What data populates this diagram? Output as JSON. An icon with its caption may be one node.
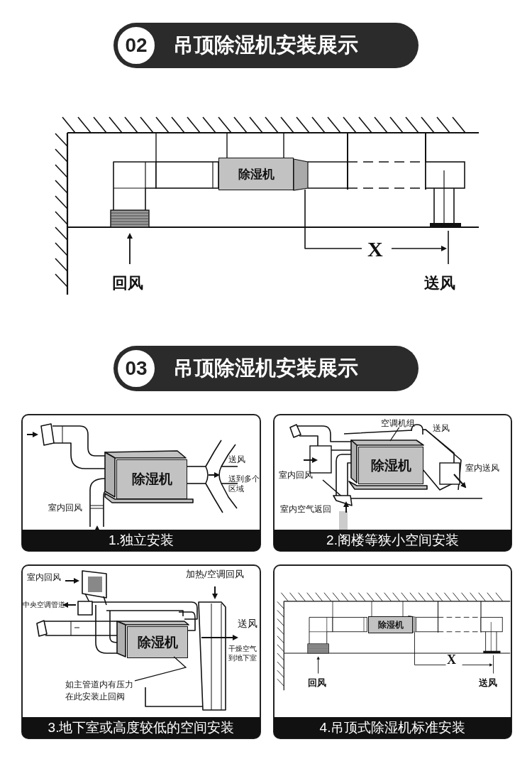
{
  "diagram": {
    "nodes": [
      {
        "text": [
          "02",
          "吊顶除湿机安装展示"
        ]
      },
      {
        "text": [
          "除湿机"
        ]
      },
      {
        "text": [
          "03",
          "吊顶除湿机安装展示"
        ]
      },
      {
        "text": [
          "1.独立安装"
        ]
      },
      {
        "text": [
          "除湿机"
        ],
        "in": 3
      },
      {
        "text": [
          "2.阁楼等狭小空间安装"
        ]
      },
      {
        "text": [
          "空调机组"
        ],
        "in": 5
      },
      {
        "text": [
          "除湿机"
        ],
        "in": 5
      },
      {
        "text": [
          "3.地下室或高度较低的空间安装"
        ]
      },
      {
        "text": [
          "除湿机"
        ],
        "in": 8
      },
      {
        "text": [
          "如主管道内有压力在此安装止回阀"
        ],
        "in": 8
      },
      {
        "text": [
          "4.吊顶式除湿机标准安装"
        ]
      },
      {
        "text": [
          "除湿机"
        ],
        "in": 11
      }
    ],
    "edges": [
      {
        "from": 6,
        "to": null,
        "arrow": "none"
      },
      {
        "from": 10,
        "to": 9,
        "arrow": "none"
      }
    ],
    "labels": [
      "X",
      "回风",
      "送风",
      "送风",
      "送到多个区域",
      "室内回风",
      "送风",
      "室内回风",
      "室内送风",
      "室内空气返回",
      "室内回风",
      "加热/空调回风",
      "中央空调管道",
      "送风",
      "干燥空气到地下室",
      "X",
      "回风",
      "送风"
    ]
  }
}
